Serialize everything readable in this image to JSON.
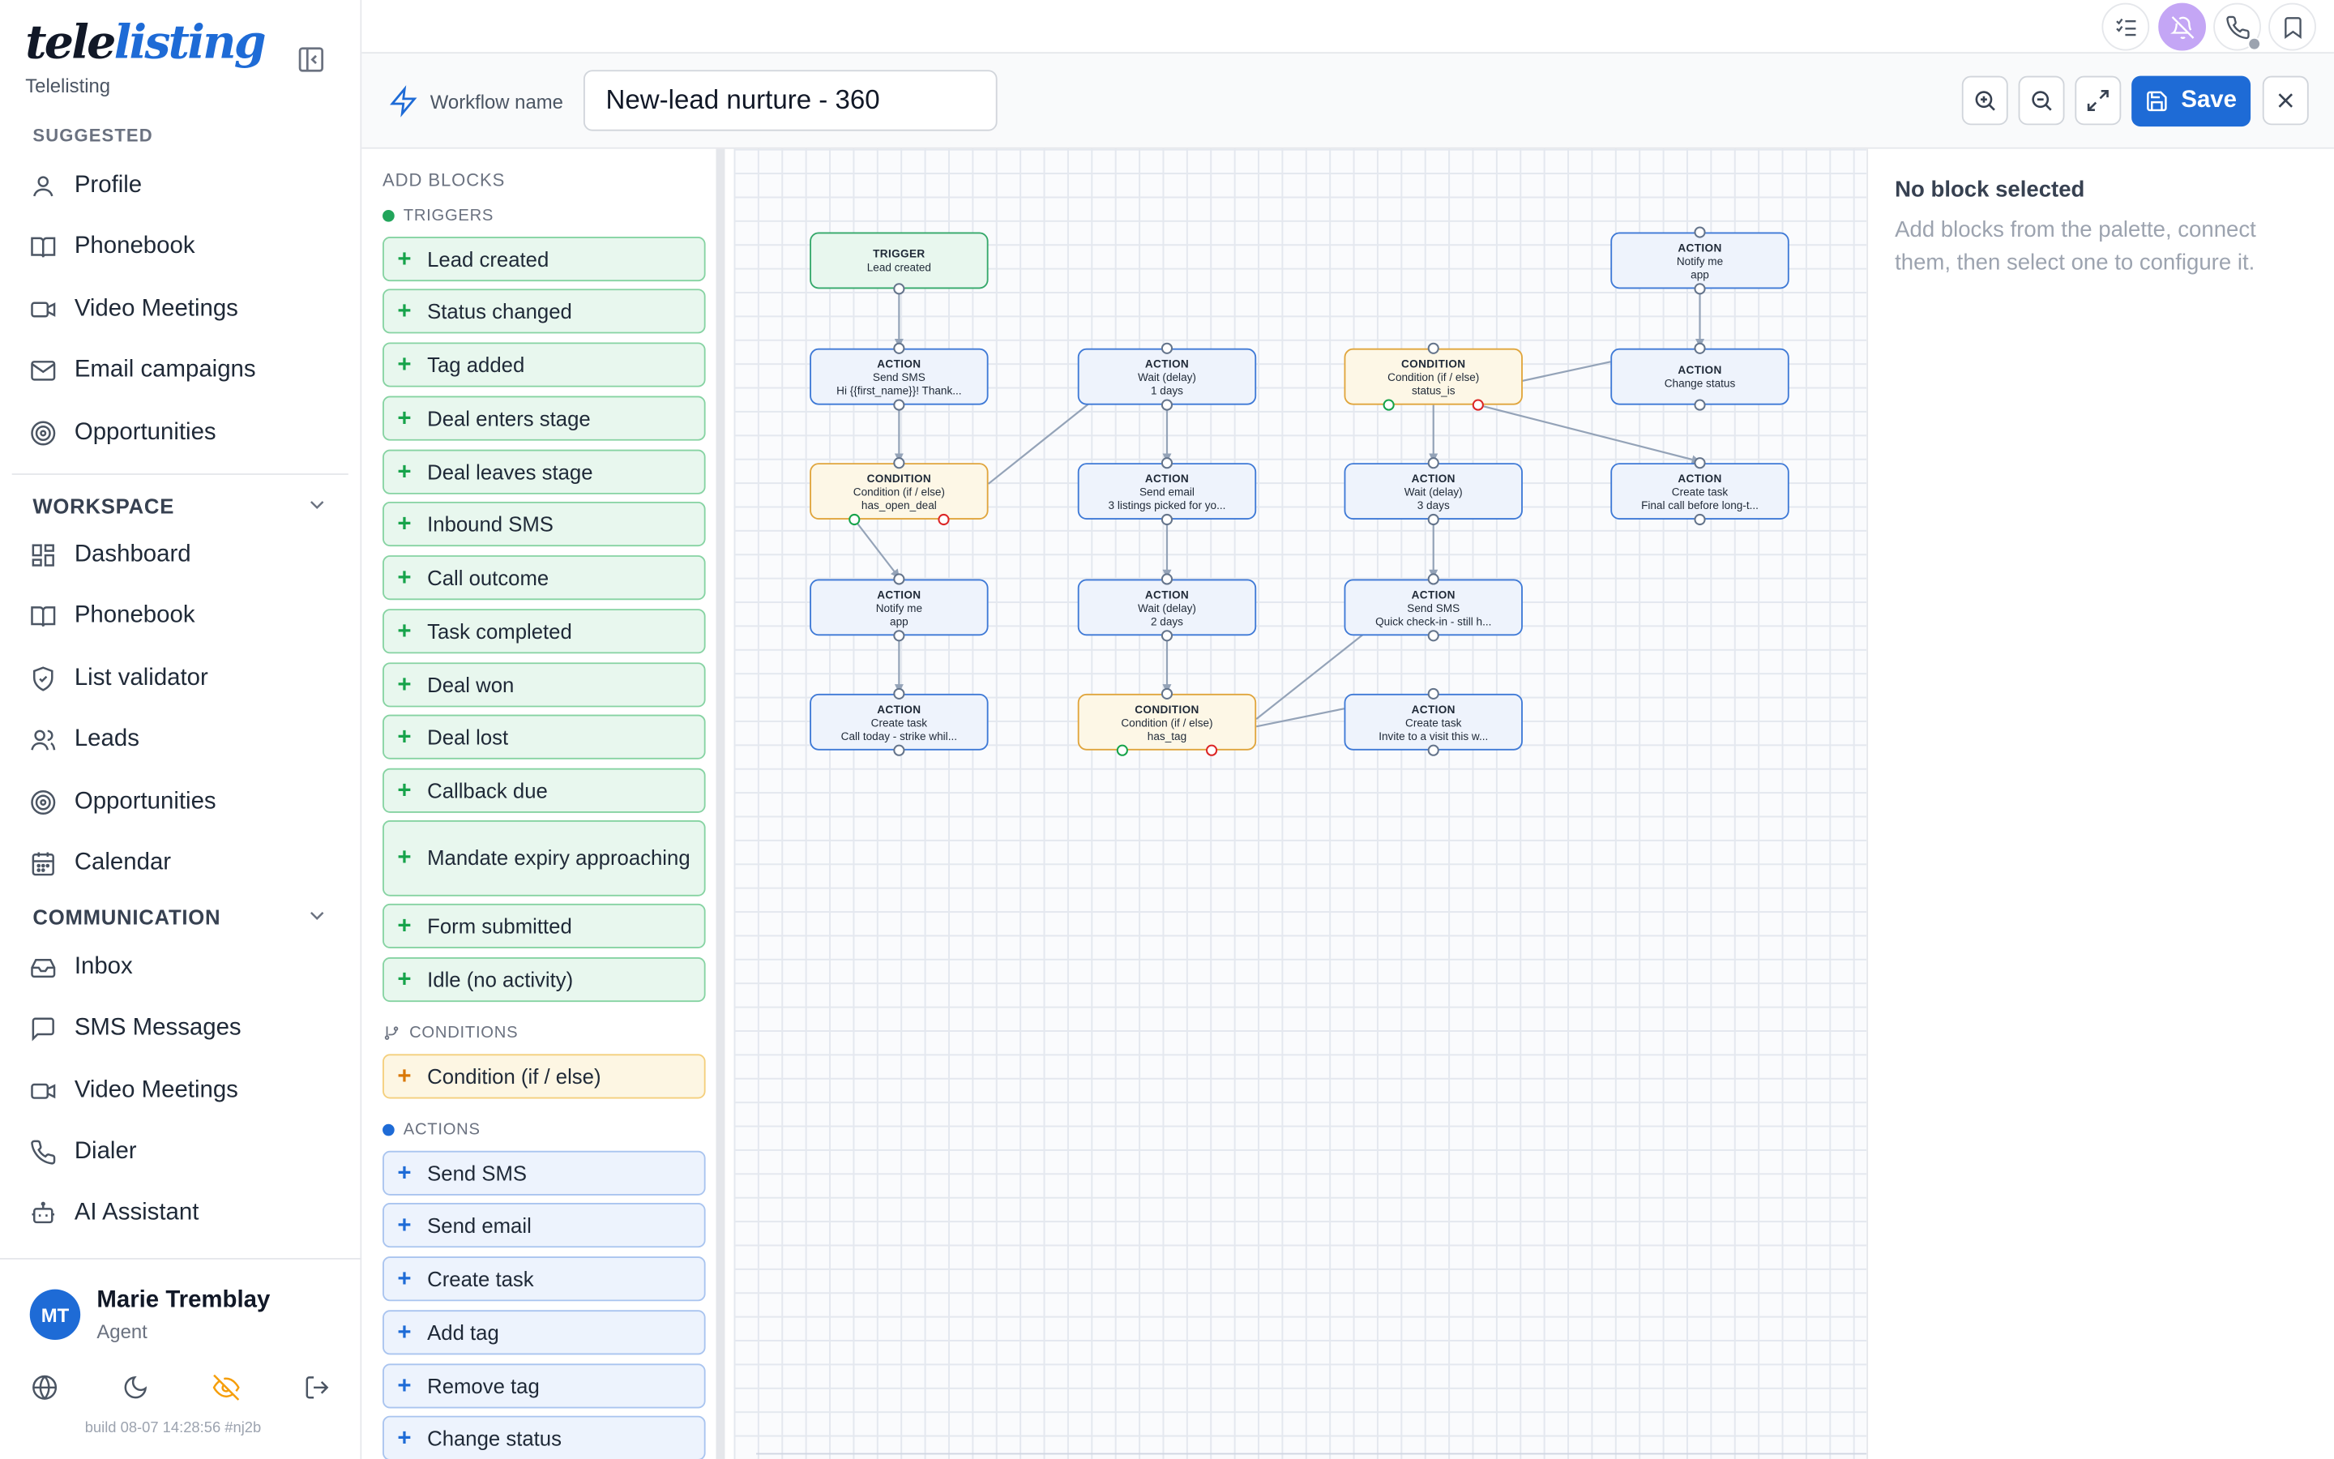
{
  "brand": {
    "logo_part1": "tele",
    "logo_part2": "listing",
    "subtitle": "Telelisting"
  },
  "sidebar": {
    "suggested_heading": "SUGGESTED",
    "suggested": [
      {
        "label": "Profile",
        "icon": "user-icon"
      },
      {
        "label": "Phonebook",
        "icon": "book-icon"
      },
      {
        "label": "Video Meetings",
        "icon": "video-icon"
      },
      {
        "label": "Email campaigns",
        "icon": "mail-icon"
      },
      {
        "label": "Opportunities",
        "icon": "target-icon"
      }
    ],
    "workspace_heading": "WORKSPACE",
    "workspace": [
      {
        "label": "Dashboard",
        "icon": "dashboard-icon"
      },
      {
        "label": "Phonebook",
        "icon": "book-icon"
      },
      {
        "label": "List validator",
        "icon": "shield-check-icon"
      },
      {
        "label": "Leads",
        "icon": "users-icon"
      },
      {
        "label": "Opportunities",
        "icon": "target-icon"
      },
      {
        "label": "Calendar",
        "icon": "calendar-icon"
      }
    ],
    "communication_heading": "COMMUNICATION",
    "communication": [
      {
        "label": "Inbox",
        "icon": "inbox-icon"
      },
      {
        "label": "SMS Messages",
        "icon": "message-icon"
      },
      {
        "label": "Video Meetings",
        "icon": "video-icon"
      },
      {
        "label": "Dialer",
        "icon": "phone-icon"
      },
      {
        "label": "AI Assistant",
        "icon": "bot-icon"
      }
    ],
    "user": {
      "initials": "MT",
      "name": "Marie Tremblay",
      "role": "Agent"
    },
    "build": "build 08-07 14:28:56 #nj2b"
  },
  "workflow": {
    "name_label": "Workflow name",
    "name_value": "New-lead nurture - 360",
    "save_label": "Save"
  },
  "palette": {
    "heading": "ADD BLOCKS",
    "triggers_heading": "TRIGGERS",
    "triggers": [
      "Lead created",
      "Status changed",
      "Tag added",
      "Deal enters stage",
      "Deal leaves stage",
      "Inbound SMS",
      "Call outcome",
      "Task completed",
      "Deal won",
      "Deal lost",
      "Callback due",
      "Mandate expiry approaching",
      "Form submitted",
      "Idle (no activity)"
    ],
    "conditions_heading": "CONDITIONS",
    "conditions": [
      "Condition (if / else)"
    ],
    "actions_heading": "ACTIONS",
    "actions": [
      "Send SMS",
      "Send email",
      "Create task",
      "Add tag",
      "Remove tag",
      "Change status"
    ]
  },
  "canvas": {
    "nodes": [
      {
        "kind": "TRIGGER",
        "type": "trig",
        "title": "Lead created",
        "detail": ""
      },
      {
        "kind": "ACTION",
        "type": "act",
        "title": "Send SMS",
        "detail": "Hi {{first_name}}! Thank..."
      },
      {
        "kind": "CONDITION",
        "type": "cond",
        "title": "Condition (if / else)",
        "detail": "has_open_deal"
      },
      {
        "kind": "ACTION",
        "type": "act",
        "title": "Notify me",
        "detail": "app"
      },
      {
        "kind": "ACTION",
        "type": "act",
        "title": "Create task",
        "detail": "Call today - strike whil..."
      },
      {
        "kind": "ACTION",
        "type": "act",
        "title": "Wait (delay)",
        "detail": "1 days"
      },
      {
        "kind": "ACTION",
        "type": "act",
        "title": "Send email",
        "detail": "3 listings picked for yo..."
      },
      {
        "kind": "ACTION",
        "type": "act",
        "title": "Wait (delay)",
        "detail": "2 days"
      },
      {
        "kind": "CONDITION",
        "type": "cond",
        "title": "Condition (if / else)",
        "detail": "has_tag"
      },
      {
        "kind": "CONDITION",
        "type": "cond",
        "title": "Condition (if / else)",
        "detail": "status_is"
      },
      {
        "kind": "ACTION",
        "type": "act",
        "title": "Wait (delay)",
        "detail": "3 days"
      },
      {
        "kind": "ACTION",
        "type": "act",
        "title": "Send SMS",
        "detail": "Quick check-in - still h..."
      },
      {
        "kind": "ACTION",
        "type": "act",
        "title": "Create task",
        "detail": "Invite to a visit this w..."
      },
      {
        "kind": "ACTION",
        "type": "act",
        "title": "Notify me",
        "detail": "app"
      },
      {
        "kind": "ACTION",
        "type": "act",
        "title": "Change status",
        "detail": ""
      },
      {
        "kind": "ACTION",
        "type": "act",
        "title": "Create task",
        "detail": "Final call before long-t..."
      }
    ]
  },
  "inspector": {
    "title": "No block selected",
    "hint": "Add blocks from the palette, connect them, then select one to configure it."
  },
  "colors": {
    "accent": "#1e6bd6",
    "trigger": "#34a86a",
    "condition": "#e0a53c",
    "action": "#3e79d6"
  }
}
